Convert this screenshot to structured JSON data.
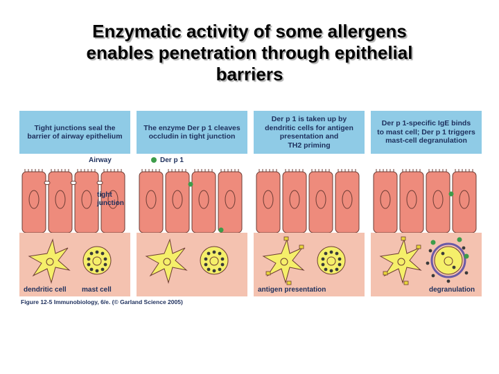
{
  "slide": {
    "title_lines": [
      "Enzymatic activity of some allergens",
      "enables penetration through epithelial",
      "barriers"
    ]
  },
  "panels": [
    {
      "header_lines": [
        "Tight junctions seal the",
        "barrier of airway epithelium"
      ],
      "labels": {
        "airway": "Airway",
        "tight_junction_1": "tight",
        "tight_junction_2": "junction",
        "dendritic_cell": "dendritic cell",
        "mast_cell": "mast cell"
      }
    },
    {
      "header_lines": [
        "The enzyme Der p 1 cleaves",
        "occludin in tight junction"
      ],
      "labels": {
        "der_p1": "Der p 1"
      }
    },
    {
      "header_lines": [
        "Der p 1 is taken up by",
        "dendritic cells for antigen",
        "presentation and",
        "TH2 priming"
      ],
      "labels": {
        "antigen_presentation": "antigen presentation"
      }
    },
    {
      "header_lines": [
        "Der p 1-specific IgE binds",
        "to mast cell; Der p 1 triggers",
        "mast-cell degranulation"
      ],
      "labels": {
        "degranulation": "degranulation"
      }
    }
  ],
  "figure_caption": "Figure 12-5  Immunobiology, 6/e. (© Garland Science 2005)",
  "colors": {
    "header_bg": "#8fcbe6",
    "cell_fill": "#ee8b7c",
    "tissue_bg": "#f4c2b0",
    "dendritic_cell": "#f5ef6a",
    "mast_cell": "#f5ef6a",
    "granule": "#3a3a3a",
    "allergen": "#3d9c4a",
    "antibody": "#6a5aa6"
  }
}
